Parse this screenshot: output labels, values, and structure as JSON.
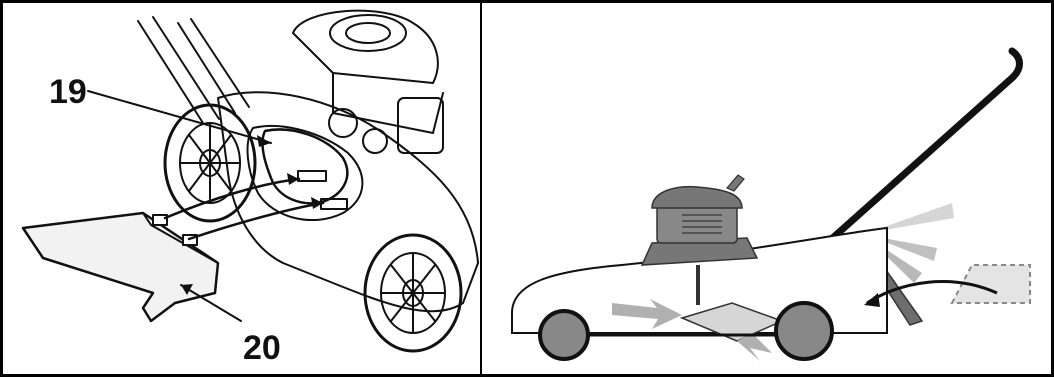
{
  "figure": {
    "left_panel": {
      "callouts": [
        {
          "id": "19",
          "label": "19"
        },
        {
          "id": "20",
          "label": "20"
        }
      ]
    },
    "right_panel": {}
  },
  "colors": {
    "line": "#111111",
    "body_fill": "#ffffff",
    "engine_fill": "#7a7a7a",
    "wheel_fill": "#8c8c8c",
    "arrow_light": "#a8a8a8",
    "bag_fill": "#d9d9d9"
  }
}
